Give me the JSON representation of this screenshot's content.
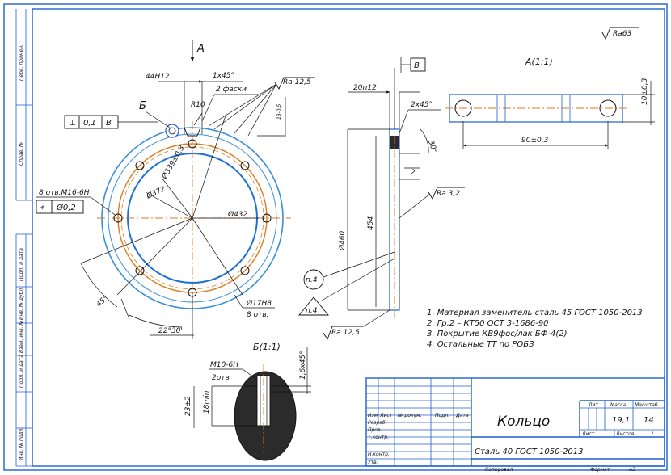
{
  "views": {
    "view_a_arrow": "A",
    "view_a_title": "A(1:1)",
    "view_b_arrow": "В",
    "view_b_marker": "Б",
    "view_b_title": "Б(1:1)"
  },
  "roughness": {
    "general": "Ra63",
    "top": "Ra 12,5",
    "side": "Ra 3,2",
    "bottom": "Ra 12,5"
  },
  "dims": {
    "bore_fit": "44H12",
    "chamfer1": "1x45°",
    "chamfer_count": "2 фаски",
    "radius": "R10",
    "perp_sym": "⊥",
    "perp_tol": "0,1",
    "perp_base": "В",
    "dia_pcd": "Ø339±0,3",
    "dia_inner_pcd": "Ø372",
    "dia_bore": "Ø432",
    "holes_thread": "8 отв.М16-6Н",
    "pos_sym": "⌖",
    "pos_tol": "Ø0,2",
    "hole_spec": "Ø17Н8",
    "hole_count": "8 отв.",
    "angle45": "45°",
    "angle22": "22°30'",
    "width_fit": "20п12",
    "chamfer2": "2x45°",
    "dim13": "13-0,5",
    "angle30": "30°",
    "dim2": "2",
    "dia460": "Ø460",
    "dim454": "454",
    "note_p4_circle": "п.4",
    "note_p4_triangle": "п.4",
    "dim10": "10±0,3",
    "dim90": "90±0,3",
    "thread_m10": "М10-6Н",
    "thread_count": "2отв",
    "chamfer3": "1,6x45°",
    "depth18": "18min",
    "depth23": "23±2"
  },
  "notes": [
    "1. Материал заменитель сталь 45 ГОСТ 1050-2013",
    "2. Гр.2 – КТ50 ОСТ 3-1686-90",
    "3. Покрытие КВ9фос/лак БФ-4(2)",
    "4. Остальные ТТ по РОБЗ"
  ],
  "title_block": {
    "part_name": "Кольцо",
    "material": "Сталь 40 ГОСТ 1050-2013",
    "col_lit": "Лит",
    "col_mass": "Масса",
    "col_scale": "Масштаб",
    "mass": "19,1",
    "scale": "14",
    "sheet_label": "Лист",
    "sheets_label": "Листов",
    "sheets_value": "1",
    "copied": "Копировал",
    "format": "Формат",
    "format_value": "А3",
    "row_izm": "Изм",
    "row_list": "Лист",
    "row_doc": "№ докум.",
    "row_podp": "Подп.",
    "row_data": "Дата",
    "row_razrab": "Разраб.",
    "row_prov": "Пров.",
    "row_tkontr": "Т.контр.",
    "row_nkontr": "Н.контр.",
    "row_utv": "Утв."
  },
  "side_strip": {
    "perv_primen": "Перв. примен.",
    "sprav": "Справ. №",
    "podp_data1": "Подп. и дата",
    "inv_dubl": "Инв. № дубл.",
    "vzam_inv": "Взам. инв. №",
    "podp_data2": "Подп. и дата",
    "inv_podl": "Инв. № подл."
  }
}
